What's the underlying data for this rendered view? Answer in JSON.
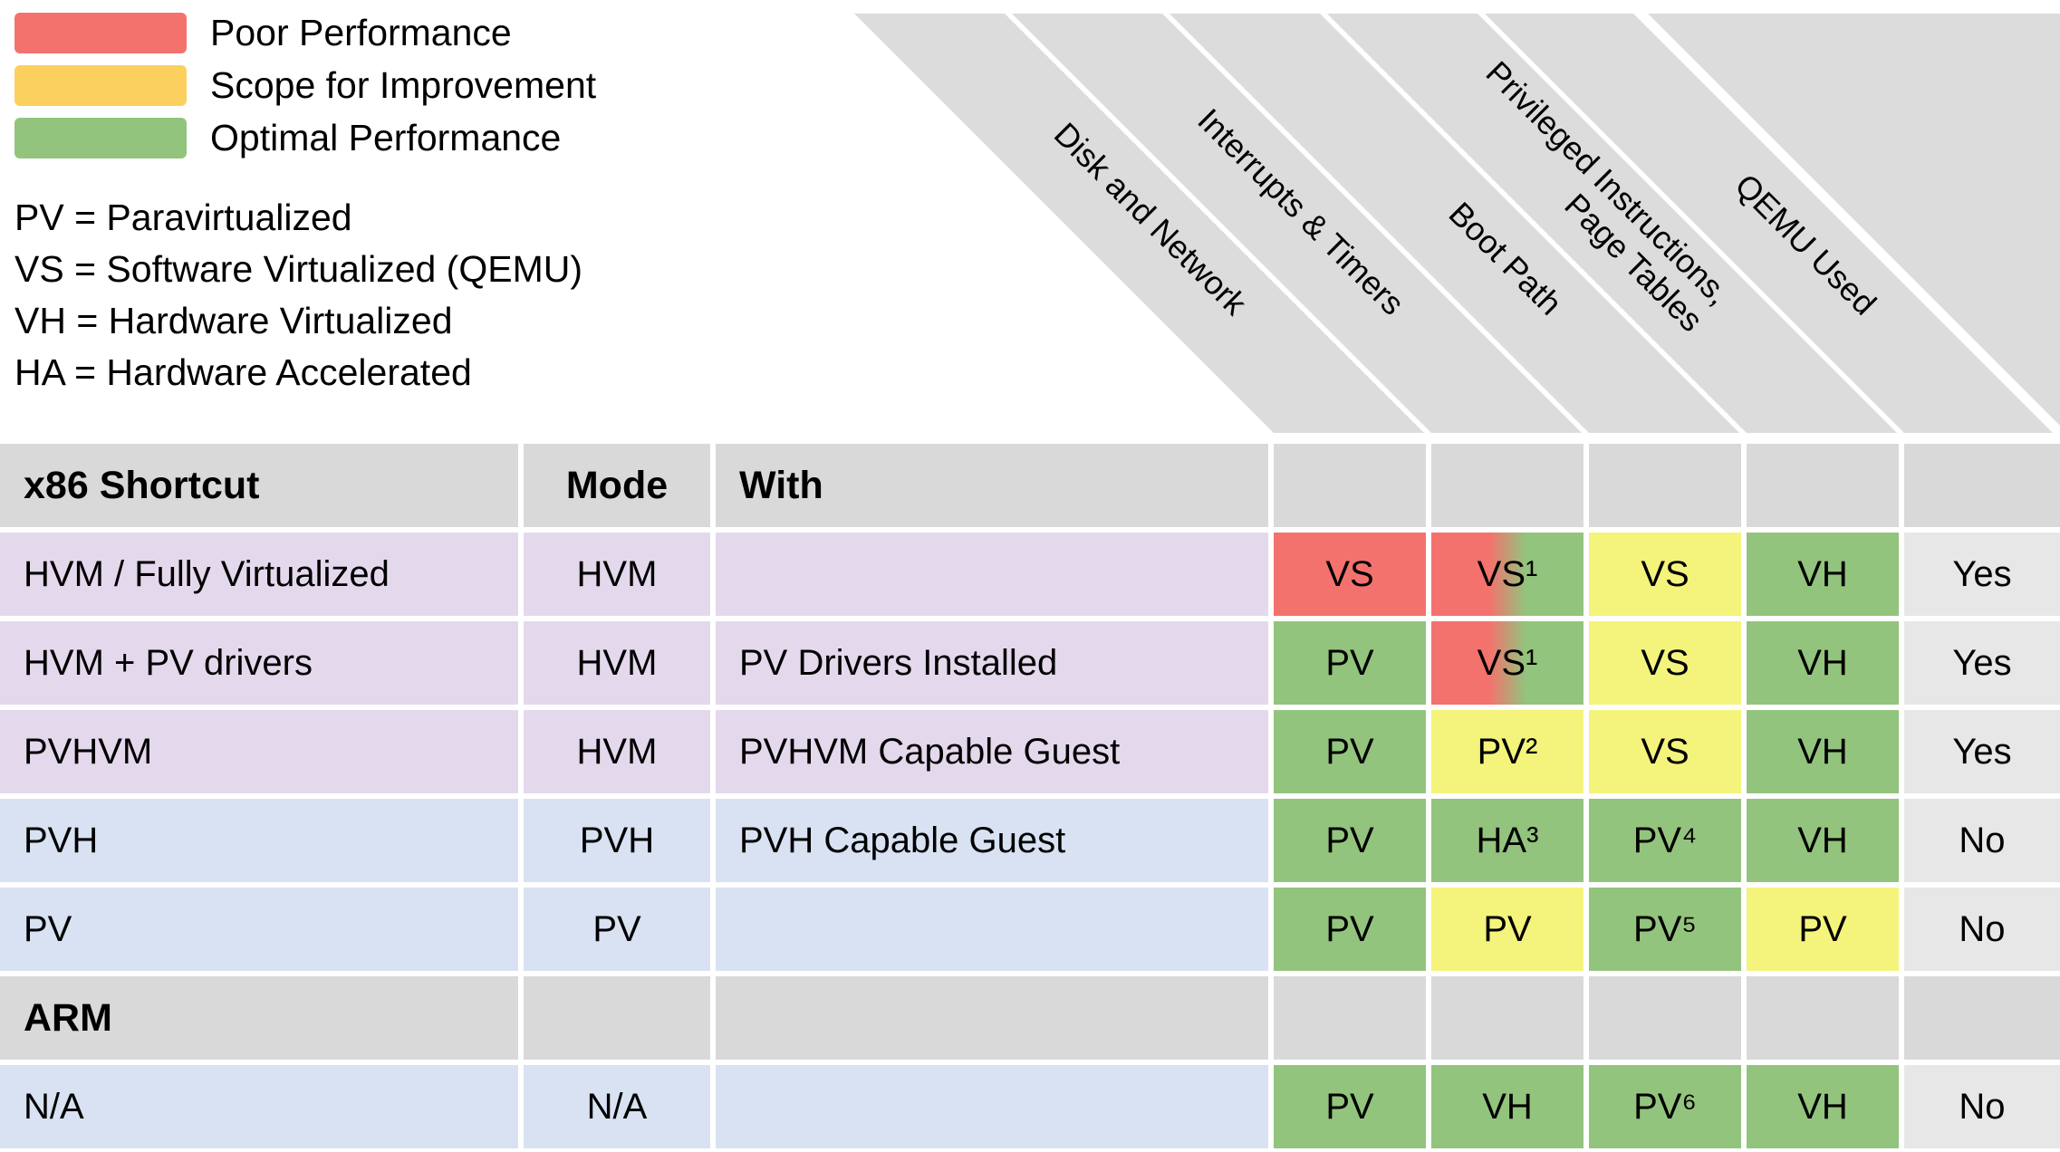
{
  "colors": {
    "poor": "#f4726d",
    "scope": "#f4f47c",
    "optimal": "#93c47d",
    "legend_yellow": "#fcd05e",
    "row_purple": "#e4d9ec",
    "row_blue": "#d8e2f2",
    "header_gray": "#d9d9d9",
    "band_gray": "#dcdcdc",
    "qemu_gray": "#e7e7e7"
  },
  "legend": {
    "performance": [
      {
        "label": "Poor Performance",
        "color_key": "poor"
      },
      {
        "label": "Scope for Improvement",
        "color_key": "legend_yellow"
      },
      {
        "label": "Optimal Performance",
        "color_key": "optimal"
      }
    ],
    "abbreviations": [
      "PV = Paravirtualized",
      "VS = Software Virtualized (QEMU)",
      "VH = Hardware Virtualized",
      "HA = Hardware Accelerated"
    ]
  },
  "diagonal_headers": [
    {
      "lines": [
        "Disk and Network"
      ]
    },
    {
      "lines": [
        "Interrupts & Timers"
      ]
    },
    {
      "lines": [
        "Boot Path"
      ]
    },
    {
      "lines": [
        "Privileged Instructions,",
        "Page Tables"
      ]
    },
    {
      "lines": [
        "QEMU Used"
      ]
    }
  ],
  "table": {
    "headers": [
      "x86 Shortcut",
      "Mode",
      "With"
    ],
    "rows": [
      {
        "shortcut": "HVM / Fully Virtualized",
        "mode": "HVM",
        "with": "",
        "group": "purple",
        "cells": [
          {
            "text": "VS",
            "status": "poor"
          },
          {
            "text": "VS¹",
            "status": "mixed"
          },
          {
            "text": "VS",
            "status": "scope"
          },
          {
            "text": "VH",
            "status": "optimal"
          }
        ],
        "qemu": "Yes"
      },
      {
        "shortcut": "HVM + PV drivers",
        "mode": "HVM",
        "with": "PV Drivers Installed",
        "group": "purple",
        "cells": [
          {
            "text": "PV",
            "status": "optimal"
          },
          {
            "text": "VS¹",
            "status": "mixed"
          },
          {
            "text": "VS",
            "status": "scope"
          },
          {
            "text": "VH",
            "status": "optimal"
          }
        ],
        "qemu": "Yes"
      },
      {
        "shortcut": "PVHVM",
        "mode": "HVM",
        "with": "PVHVM Capable Guest",
        "group": "purple",
        "cells": [
          {
            "text": "PV",
            "status": "optimal"
          },
          {
            "text": "PV²",
            "status": "scope"
          },
          {
            "text": "VS",
            "status": "scope"
          },
          {
            "text": "VH",
            "status": "optimal"
          }
        ],
        "qemu": "Yes"
      },
      {
        "shortcut": "PVH",
        "mode": "PVH",
        "with": "PVH Capable Guest",
        "group": "blue",
        "cells": [
          {
            "text": "PV",
            "status": "optimal"
          },
          {
            "text": "HA³",
            "status": "optimal"
          },
          {
            "text": "PV⁴",
            "status": "optimal"
          },
          {
            "text": "VH",
            "status": "optimal"
          }
        ],
        "qemu": "No"
      },
      {
        "shortcut": "PV",
        "mode": "PV",
        "with": "",
        "group": "blue",
        "cells": [
          {
            "text": "PV",
            "status": "optimal"
          },
          {
            "text": "PV",
            "status": "scope"
          },
          {
            "text": "PV⁵",
            "status": "optimal"
          },
          {
            "text": "PV",
            "status": "scope"
          }
        ],
        "qemu": "No"
      },
      {
        "shortcut": "ARM",
        "mode": "",
        "with": "",
        "group": "section",
        "cells": [
          {
            "text": "",
            "status": "section"
          },
          {
            "text": "",
            "status": "section"
          },
          {
            "text": "",
            "status": "section"
          },
          {
            "text": "",
            "status": "section"
          }
        ],
        "qemu": ""
      },
      {
        "shortcut": "N/A",
        "mode": "N/A",
        "with": "",
        "group": "blue",
        "cells": [
          {
            "text": "PV",
            "status": "optimal"
          },
          {
            "text": "VH",
            "status": "optimal"
          },
          {
            "text": "PV⁶",
            "status": "optimal"
          },
          {
            "text": "VH",
            "status": "optimal"
          }
        ],
        "qemu": "No"
      }
    ]
  }
}
